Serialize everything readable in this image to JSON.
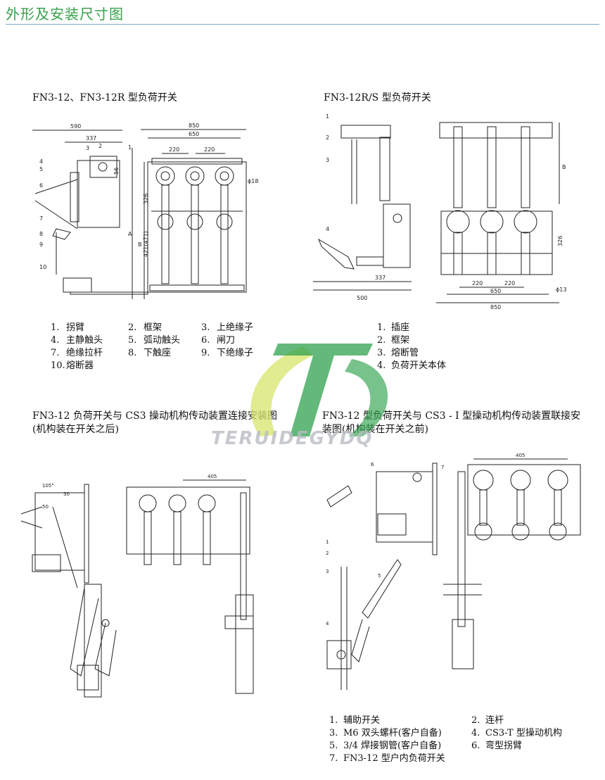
{
  "header": {
    "title": "外形及安装尺寸图"
  },
  "figures": {
    "fig1": {
      "title": "FN3-12、FN3-12R 型负荷开关",
      "dims": [
        "590",
        "337",
        "850",
        "650",
        "220",
        "220",
        "56",
        "326",
        "421(471)",
        "A",
        "B",
        "ϕ18"
      ],
      "callouts": [
        "1",
        "2",
        "3",
        "4",
        "5",
        "6",
        "7",
        "8",
        "9",
        "10"
      ]
    },
    "fig2": {
      "title": "FN3-12R/S 型负荷开关",
      "dims": [
        "B",
        "326",
        "337",
        "500",
        "220",
        "220",
        "650",
        "850",
        "ϕ13"
      ],
      "callouts": [
        "1",
        "2",
        "3",
        "4"
      ]
    },
    "fig3": {
      "title_line1": "FN3-12 负荷开关与 CS3 操动机构传动装置连接安装图",
      "title_line2": "(机构装在开关之后)",
      "dims": [
        "105°",
        "50",
        "30",
        "405"
      ]
    },
    "fig4": {
      "title_line1": "FN3-12 型负荷开关与 CS3 - I 型操动机构传动装置联接安",
      "title_line2": "装图(机构装在开关之前)",
      "dims": [
        "405"
      ],
      "callouts": [
        "1",
        "2",
        "3",
        "4",
        "5",
        "6",
        "7"
      ]
    }
  },
  "legends": {
    "fig1": [
      [
        "1.",
        "拐臂",
        "2.",
        "框架",
        "3.",
        "上绝缘子"
      ],
      [
        "4.",
        "主静触头",
        "5.",
        "弧动触头",
        "6.",
        "闸刀"
      ],
      [
        "7.",
        "绝缘拉杆",
        "8.",
        "下触座",
        "9.",
        "下绝缘子"
      ],
      [
        "10.",
        "熔断器",
        "",
        "",
        "",
        ""
      ]
    ],
    "fig2": [
      [
        "1.",
        "插座"
      ],
      [
        "2.",
        "框架"
      ],
      [
        "3.",
        "熔断管"
      ],
      [
        "4.",
        "负荷开关本体"
      ]
    ],
    "fig4": [
      [
        "1.",
        "辅助开关",
        "2.",
        "连杆"
      ],
      [
        "3.",
        "M6 双头螺杆(客户自备)",
        "4.",
        "CS3-T 型操动机构"
      ],
      [
        "5.",
        "3/4 焊接钢管(客户自备)",
        "6.",
        "弯型拐臂"
      ],
      [
        "7.",
        "FN3-12 型户内负荷开关",
        "",
        ""
      ]
    ]
  },
  "watermark": {
    "text": "TERUIDEGYDQ"
  },
  "colors": {
    "header_green": "#36a24a",
    "rule_blue": "#7aa6c8",
    "watermark_green": "#2fa24e",
    "watermark_yellow": "#d7e46a",
    "watermark_gray": "#b8bcc2"
  }
}
